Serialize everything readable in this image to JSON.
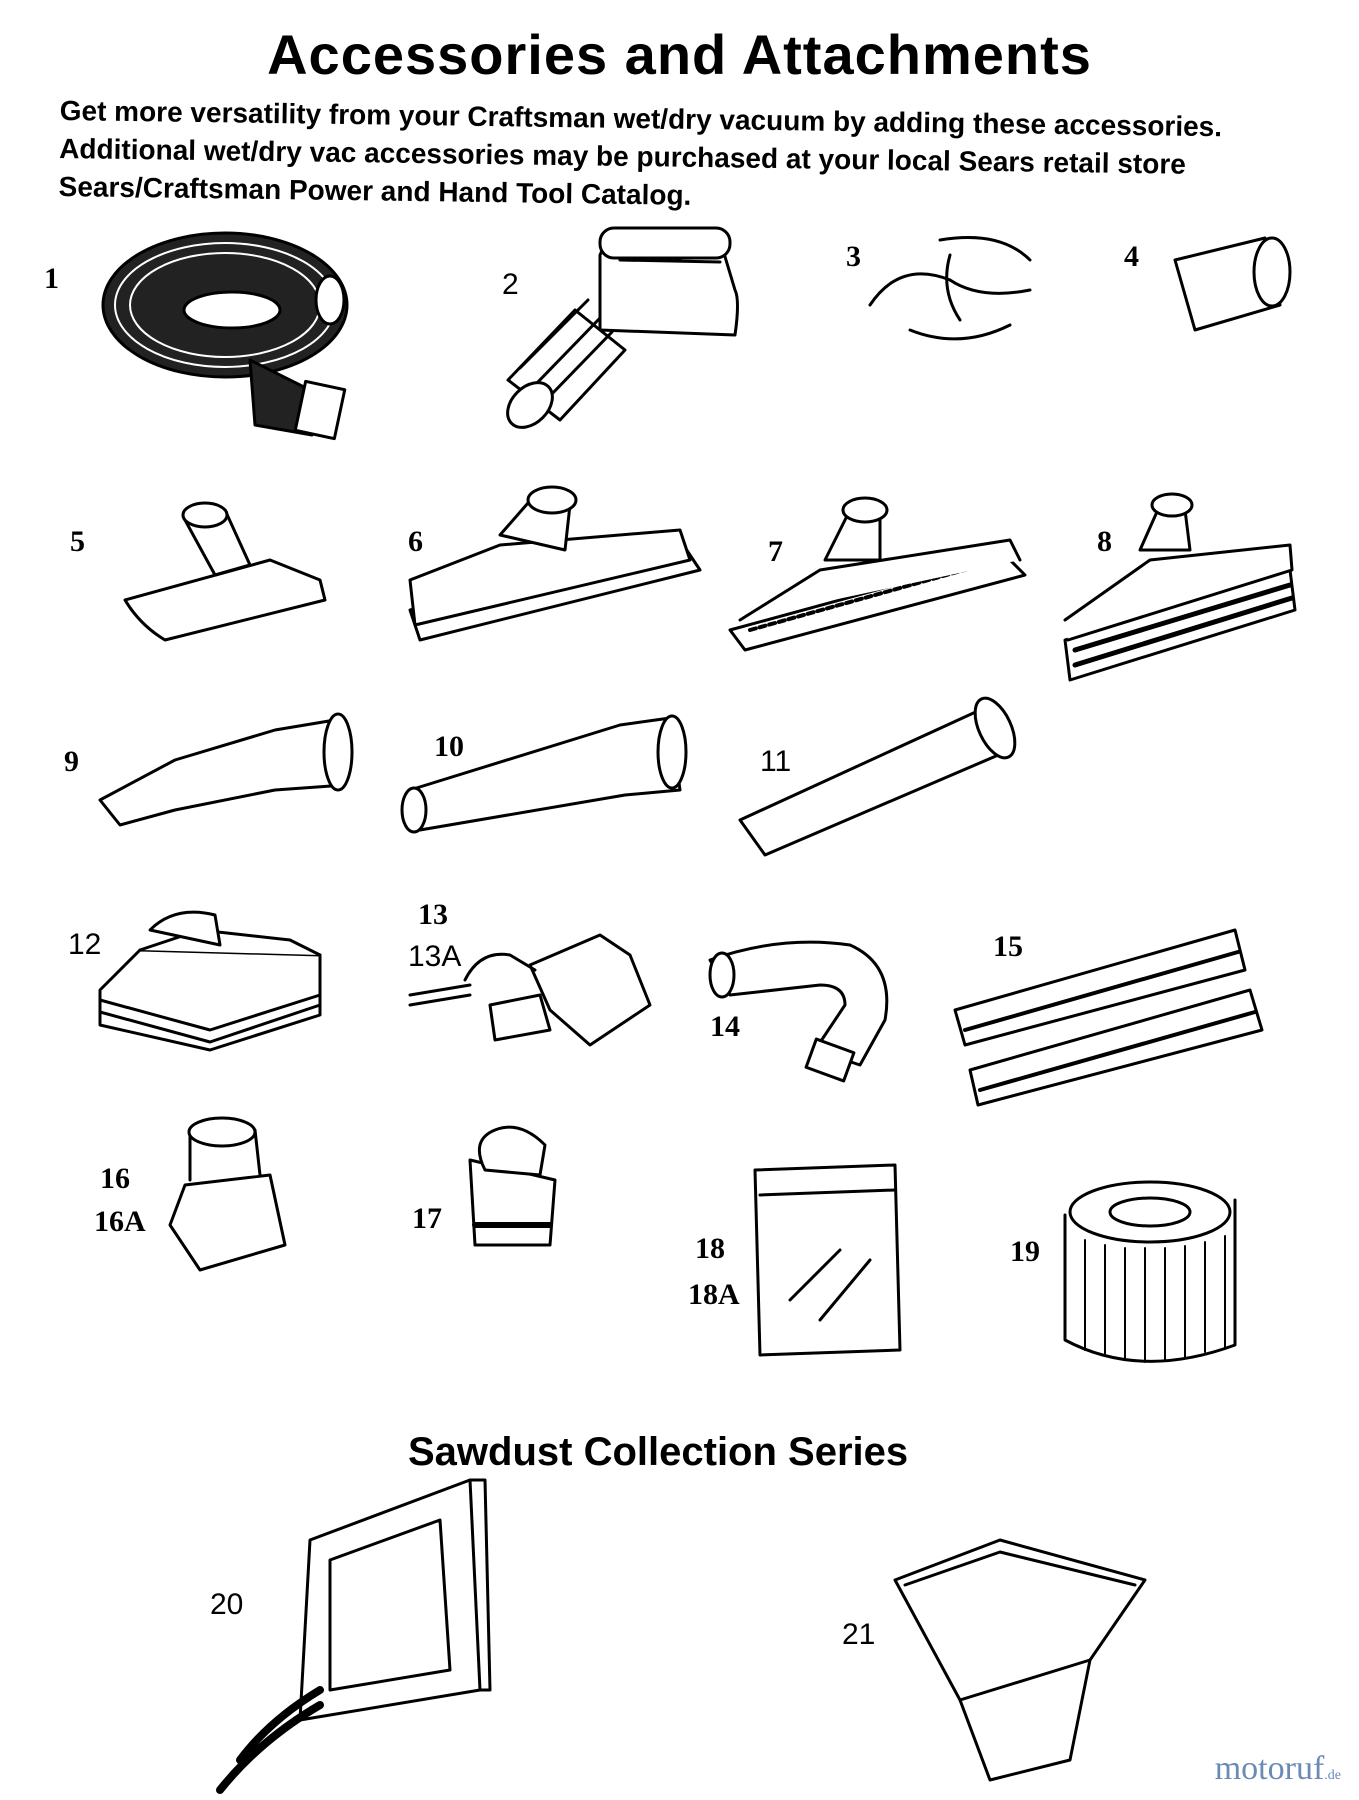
{
  "title": "Accessories and Attachments",
  "intro": [
    "Get more versatility from your Craftsman wet/dry vacuum by adding these accessories.",
    "Additional wet/dry vac accessories may be purchased at your local Sears retail store",
    "Sears/Craftsman Power and Hand Tool Catalog."
  ],
  "items": [
    "1",
    "2",
    "3",
    "4",
    "5",
    "6",
    "7",
    "8",
    "9",
    "10",
    "11",
    "12",
    "13",
    "13A",
    "14",
    "15",
    "16",
    "16A",
    "17",
    "18",
    "18A",
    "19",
    "20",
    "21"
  ],
  "section_title": "Sawdust Collection Series",
  "watermark": {
    "name": "motoruf",
    "tld": ".de"
  }
}
